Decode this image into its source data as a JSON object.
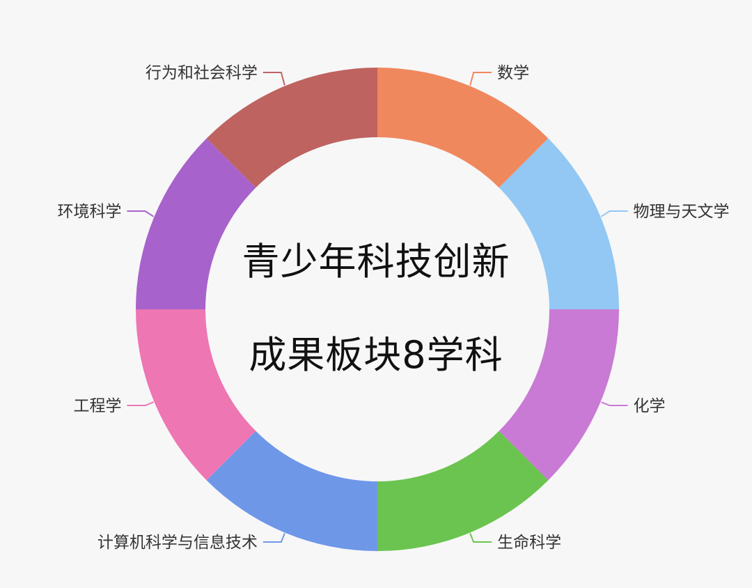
{
  "chart_data": {
    "type": "pie",
    "variant": "donut",
    "title_lines": [
      "青少年科技创新",
      "成果板块8学科"
    ],
    "slices": [
      {
        "label": "数学",
        "value": 1,
        "color": "#f0885e"
      },
      {
        "label": "物理与天文学",
        "value": 1,
        "color": "#92c8f3"
      },
      {
        "label": "化学",
        "value": 1,
        "color": "#c97ad4"
      },
      {
        "label": "生命科学",
        "value": 1,
        "color": "#6ac44f"
      },
      {
        "label": "计算机科学与信息技术",
        "value": 1,
        "color": "#6e97e8"
      },
      {
        "label": "工程学",
        "value": 1,
        "color": "#ee76b2"
      },
      {
        "label": "环境科学",
        "value": 1,
        "color": "#a862cc"
      },
      {
        "label": "行为和社会科学",
        "value": 1,
        "color": "#be6360"
      }
    ],
    "legend": "none"
  }
}
